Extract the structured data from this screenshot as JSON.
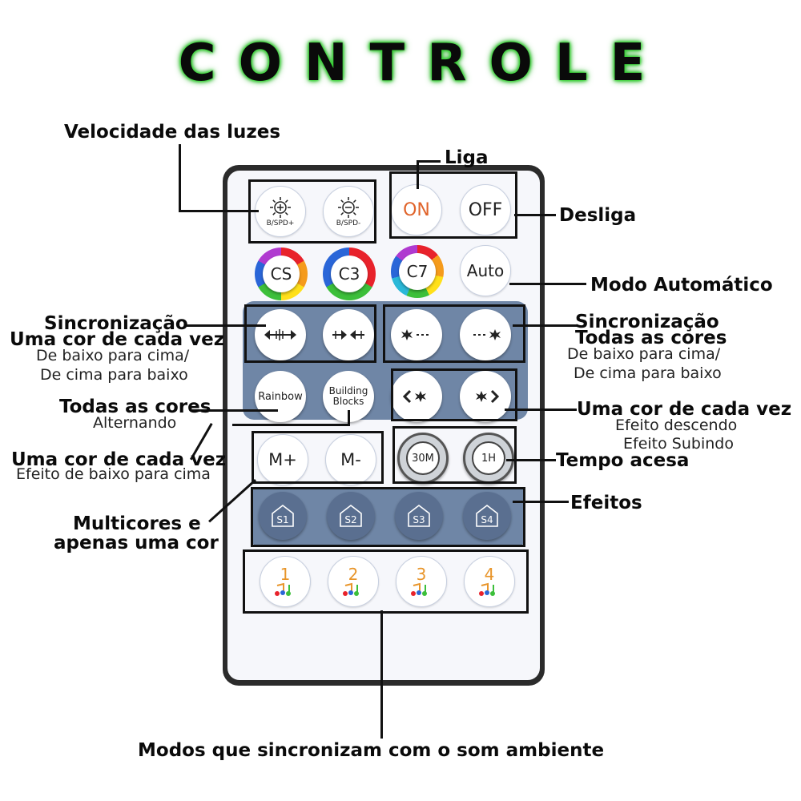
{
  "title": "CONTROLE",
  "buttons": {
    "spd_plus": "B/SPD+",
    "spd_minus": "B/SPD-",
    "on": "ON",
    "off": "OFF",
    "cs": "CS",
    "c3": "C3",
    "c7": "C7",
    "auto": "Auto",
    "rainbow": "Rainbow",
    "building_1": "Building",
    "building_2": "Blocks",
    "m_plus": "M+",
    "m_minus": "M-",
    "t30": "30M",
    "t1h": "1H",
    "s1": "S1",
    "s2": "S2",
    "s3": "S3",
    "s4": "S4",
    "music": [
      "1",
      "2",
      "3",
      "4"
    ]
  },
  "labels": {
    "velocidade": "Velocidade das luzes",
    "liga": "Liga",
    "desliga": "Desliga",
    "modo_auto": "Modo Automático",
    "sinc_left_1": "Sincronização",
    "sinc_left_2": "Uma cor de cada vez",
    "sinc_left_3": "De baixo para cima/",
    "sinc_left_4": "De cima para baixo",
    "sinc_right_1": "Sincronização",
    "sinc_right_2": "Todas as cores",
    "sinc_right_3": "De baixo para cima/",
    "sinc_right_4": "De cima para baixo",
    "todas_1": "Todas as cores",
    "todas_2": "Alternando",
    "uma_right_1": "Uma cor de cada vez",
    "uma_right_2": "Efeito descendo",
    "uma_right_3": "Efeito Subindo",
    "uma_left_1": "Uma cor de cada vez",
    "uma_left_2": "Efeito de baixo para cima",
    "tempo": "Tempo acesa",
    "efeitos": "Efeitos",
    "multi_1": "Multicores e",
    "multi_2": "apenas uma cor",
    "modos": "Modos que sincronizam com o som ambiente"
  },
  "colors": {
    "glow": "#38d936",
    "panel": "#6f86a6",
    "on_text": "#e0642b",
    "music_number": "#e8952a"
  }
}
